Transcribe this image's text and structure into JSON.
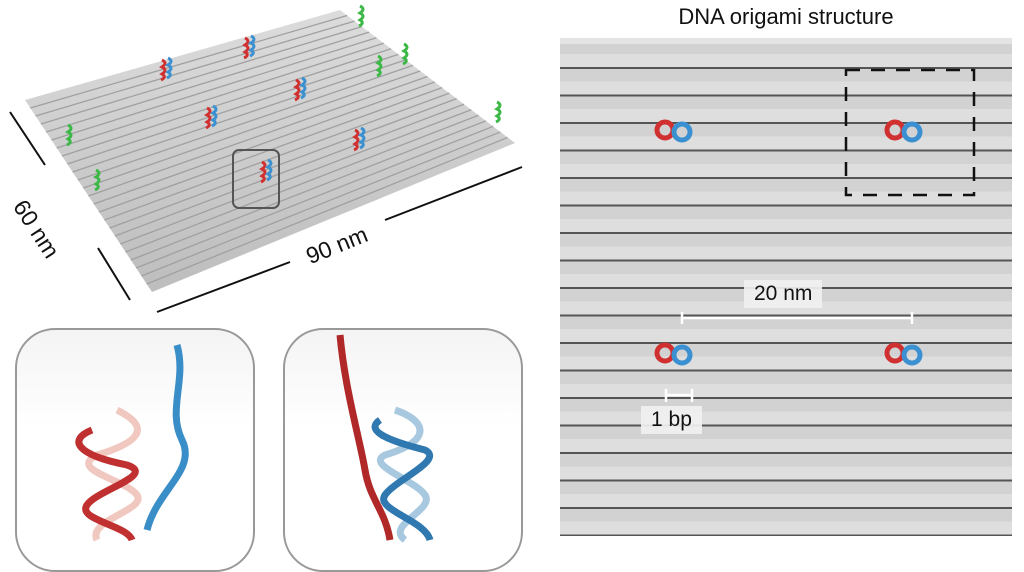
{
  "title": "DNA origami structure",
  "left_panel": {
    "width_label": "90 nm",
    "height_label": "60 nm"
  },
  "right_panel": {
    "scale_bar_label": "20 nm",
    "bp_label": "1 bp"
  },
  "colors": {
    "strand_a": "#d03030",
    "strand_b": "#3a90d0",
    "marker": "#3cb846",
    "origami": "#c8c8c8"
  }
}
